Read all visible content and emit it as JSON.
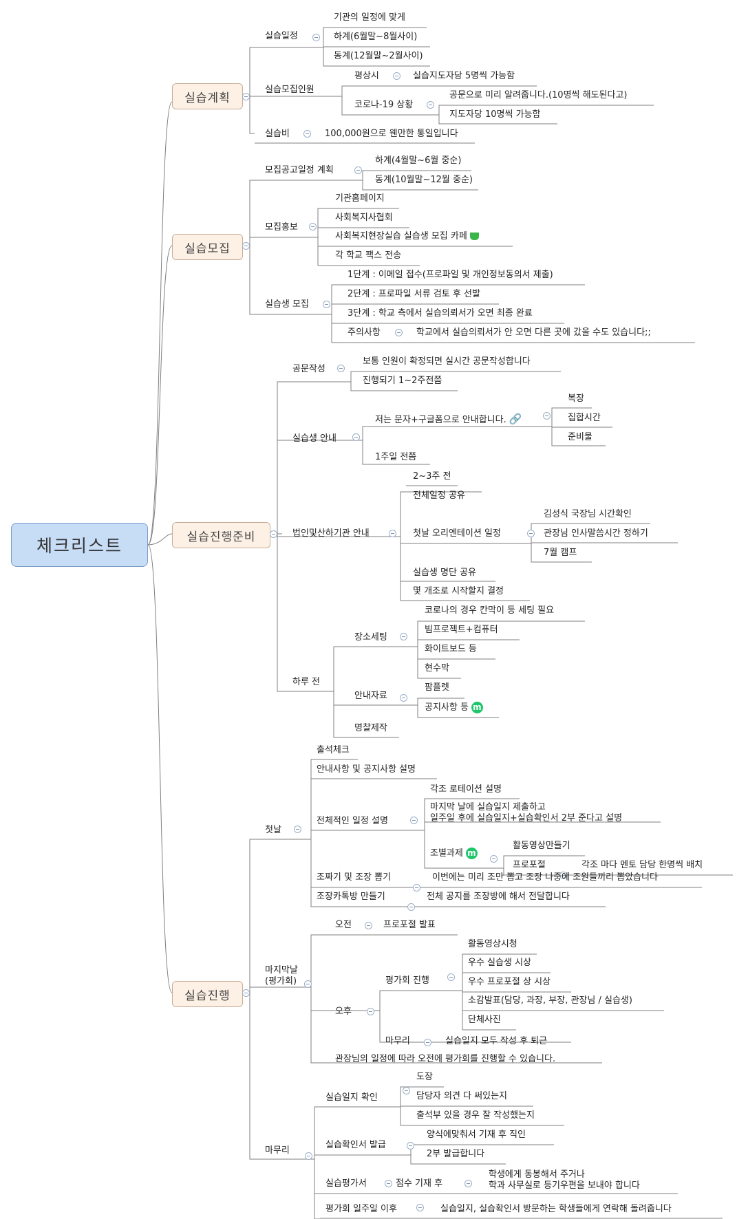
{
  "root": "체크리스트",
  "branches": {
    "plan": "실습계획",
    "recruit": "실습모집",
    "prep": "실습진행준비",
    "run": "실습진행"
  },
  "plan": {
    "schedule": "실습일정",
    "schedule_items": [
      "기관의 일정에 맞게",
      "하계(6월말~8월사이)",
      "동계(12월말~2월사이)"
    ],
    "capacity": "실습모집인원",
    "normal": "평상시",
    "normal_detail": "실습지도자당 5명씩 가능함",
    "corona": "코로나-19 상황",
    "corona_items": [
      "공문으로 미리 알려줍니다.(10명씩 해도된다고)",
      "지도자당 10명씩 가능함"
    ],
    "cost": "실습비",
    "cost_detail": "100,000원으로 웬만한 통일입니다"
  },
  "recruit": {
    "notice": "모집공고일정 계획",
    "notice_items": [
      "하계(4월말~6월 중순)",
      "동계(10월말~12월 중순)"
    ],
    "promo": "모집홍보",
    "promo_items": [
      "기관홈페이지",
      "사회복지사협회",
      "사회복지현장실습 실습생 모집 카페",
      "각 학교 팩스 전송"
    ],
    "student": "실습생 모집",
    "student_items": [
      "1단계 : 이메일 접수(프로파일 및 개인정보동의서 제출)",
      "2단계 : 프로파일 서류 검토 후 선발",
      "3단계 : 학교 측에서 실습의뢰서가 오면 최종 완료"
    ],
    "caution": "주의사항",
    "caution_detail": "학교에서 실습의뢰서가 안 오면 다른 곳에 갔을 수도 있습니다;;"
  },
  "prep": {
    "doc": "공문작성",
    "doc_items": [
      "보통 인원이 확정되면 실시간 공문작성합니다",
      "진행되기 1~2주전쯤"
    ],
    "guide": "실습생 안내",
    "guide_msg": "저는 문자+구글폼으로 안내합니다.",
    "guide_items": [
      "복장",
      "집합시간",
      "준비물"
    ],
    "guide_when": "1주일 전쯤",
    "corp": "법인및산하기관 안내",
    "corp_when": "2~3주 전",
    "corp_items": [
      "전체일정 공유",
      "첫날 오리엔테이션 일정",
      "실습생 명단 공유",
      "몇 개조로 시작할지 결정"
    ],
    "ot_items": [
      "김성식 국장님 시간확인",
      "관장님 인사말씀시간 정하기",
      "7월 캠프"
    ],
    "daybefore": "하루 전",
    "place": "장소세팅",
    "place_items": [
      "코로나의 경우 칸막이 등 세팅 필요",
      "빔프로젝트+컴퓨터",
      "화이트보드 등",
      "현수막"
    ],
    "material": "안내자료",
    "material_items": [
      "팜플렛",
      "공지사항 등"
    ],
    "nametag": "명찰제작"
  },
  "run": {
    "day1": "첫날",
    "day1_items": [
      "출석체크",
      "안내사항 및 공지사항 설명",
      "전체적인 일정 설명"
    ],
    "overall_items": [
      "각조 로테이션 설명",
      "마지막 날에 실습일지 제출하고\n일주일 후에 실습일지+실습확인서 2부 준다고 설명",
      "조별과제"
    ],
    "task_items": [
      "활동영상만들기",
      "프로포절"
    ],
    "proposal_detail": "각조 마다 멘토 담당 한명씩 배치",
    "group": "조짜기 및 조장 뽑기",
    "group_detail": "이번에는 미리 조만 뽑고 조장 나중에 조원들끼리 뽑았습니다",
    "kakao": "조장카톡방 만들기",
    "kakao_detail": "전체 공지를 조장방에 해서 전달합니다",
    "lastday": "마지막날\n(평가회)",
    "am": "오전",
    "am_detail": "프로포절 발표",
    "pm": "오후",
    "eval": "평가회 진행",
    "eval_items": [
      "활동영상시청",
      "우수 실습생 시상",
      "우수 프로포절 상 시상",
      "소감발표(담당, 과장, 부장, 관장님 / 실습생)",
      "단체사진"
    ],
    "finish": "마무리",
    "finish_detail": "실습일지 모두 작성 후 퇴근",
    "lastday_note": "관장님의 일정에 따라 오전에 평가회를 진행할 수 있습니다.",
    "wrap": "마무리",
    "journal": "실습일지 확인",
    "journal_items": [
      "도장",
      "담당자 의견 다 써있는지",
      "출석부 있을 경우 잘 작성했는지"
    ],
    "cert": "실습확인서 발급",
    "cert_items": [
      "양식에맞춰서 기재 후 직인",
      "2부 발급합니다"
    ],
    "evalform": "실습평가서",
    "score": "점수 기재 후",
    "score_detail": "학생에게 동봉해서 주거나\n학과 사무실로 등기우편을 보내야 합니다",
    "after": "평가회 일주일 이후",
    "after_detail": "실습일지, 실습확인서 방문하는 학생들에게 연락해 돌려줍니다"
  }
}
